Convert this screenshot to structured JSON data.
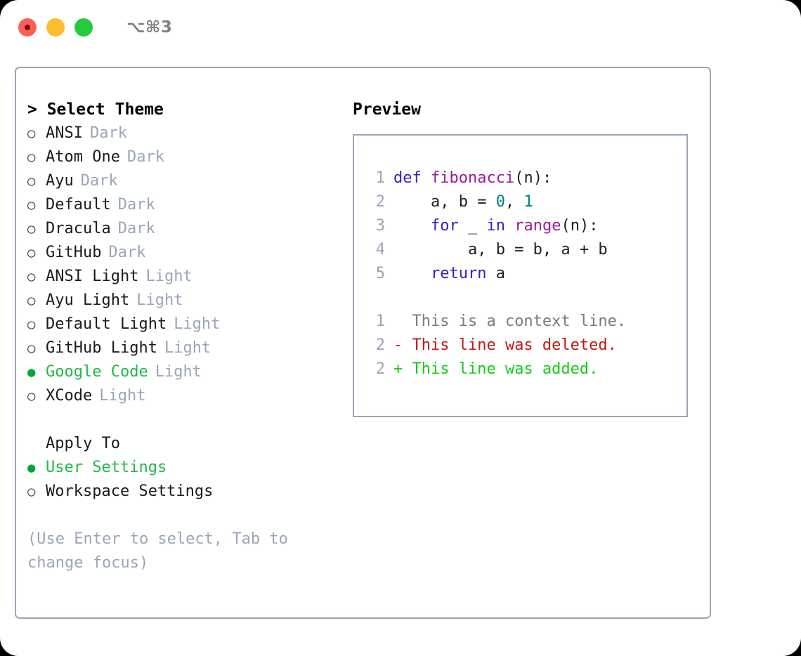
{
  "window": {
    "title": "⌥⌘3",
    "traffic_lights": [
      "close",
      "minimize",
      "maximize"
    ]
  },
  "left_panel": {
    "heading": "> Select Theme",
    "themes": [
      {
        "marker": "○",
        "name": "ANSI",
        "tag": "Dark",
        "selected": false
      },
      {
        "marker": "○",
        "name": "Atom One",
        "tag": "Dark",
        "selected": false
      },
      {
        "marker": "○",
        "name": "Ayu",
        "tag": "Dark",
        "selected": false
      },
      {
        "marker": "○",
        "name": "Default",
        "tag": "Dark",
        "selected": false
      },
      {
        "marker": "○",
        "name": "Dracula",
        "tag": "Dark",
        "selected": false
      },
      {
        "marker": "○",
        "name": "GitHub",
        "tag": "Dark",
        "selected": false
      },
      {
        "marker": "○",
        "name": "ANSI Light",
        "tag": "Light",
        "selected": false
      },
      {
        "marker": "○",
        "name": "Ayu Light",
        "tag": "Light",
        "selected": false
      },
      {
        "marker": "○",
        "name": "Default Light",
        "tag": "Light",
        "selected": false
      },
      {
        "marker": "○",
        "name": "GitHub Light",
        "tag": "Light",
        "selected": false
      },
      {
        "marker": "●",
        "name": "Google Code",
        "tag": "Light",
        "selected": true
      },
      {
        "marker": "○",
        "name": "XCode",
        "tag": "Light",
        "selected": false
      }
    ],
    "apply_to": {
      "heading": "Apply To",
      "options": [
        {
          "marker": "●",
          "name": "User Settings",
          "selected": true
        },
        {
          "marker": "○",
          "name": "Workspace Settings",
          "selected": false
        }
      ]
    },
    "hint": "(Use Enter to select, Tab to change focus)"
  },
  "right_panel": {
    "heading": "Preview",
    "code_lines": [
      {
        "number": "1",
        "tokens": [
          {
            "text": "def ",
            "style": "kw"
          },
          {
            "text": "fibonacci",
            "style": "fn"
          },
          {
            "text": "(n):",
            "style": "punct"
          }
        ]
      },
      {
        "number": "2",
        "tokens": [
          {
            "text": "    a, b = ",
            "style": "plain"
          },
          {
            "text": "0",
            "style": "num"
          },
          {
            "text": ", ",
            "style": "plain"
          },
          {
            "text": "1",
            "style": "num"
          }
        ]
      },
      {
        "number": "3",
        "tokens": [
          {
            "text": "    for ",
            "style": "kw"
          },
          {
            "text": "_ ",
            "style": "plain"
          },
          {
            "text": "in ",
            "style": "kw"
          },
          {
            "text": "range",
            "style": "fn"
          },
          {
            "text": "(n):",
            "style": "punct"
          }
        ]
      },
      {
        "number": "4",
        "tokens": [
          {
            "text": "        a, b = b, a + b",
            "style": "plain"
          }
        ]
      },
      {
        "number": "5",
        "tokens": [
          {
            "text": "    return ",
            "style": "kw"
          },
          {
            "text": "a",
            "style": "plain"
          }
        ]
      }
    ],
    "diff_lines": [
      {
        "number": "1",
        "sign": " ",
        "text": " This is a context line.",
        "kind": "context"
      },
      {
        "number": "2",
        "sign": "-",
        "text": " This line was deleted.",
        "kind": "del"
      },
      {
        "number": "2",
        "sign": "+",
        "text": " This line was added.",
        "kind": "add"
      }
    ]
  },
  "colors": {
    "frame_border": "#9aa6b8",
    "accent_green": "#21ba45",
    "muted": "#9aa6b8",
    "keyword": "#2f23c8",
    "function": "#9c1a9c",
    "number": "#008080",
    "diff_delete": "#c11a11",
    "diff_add": "#13cc13",
    "traffic_red": "#fb6058",
    "traffic_yellow": "#fcbd2e",
    "traffic_green": "#27c93f"
  }
}
